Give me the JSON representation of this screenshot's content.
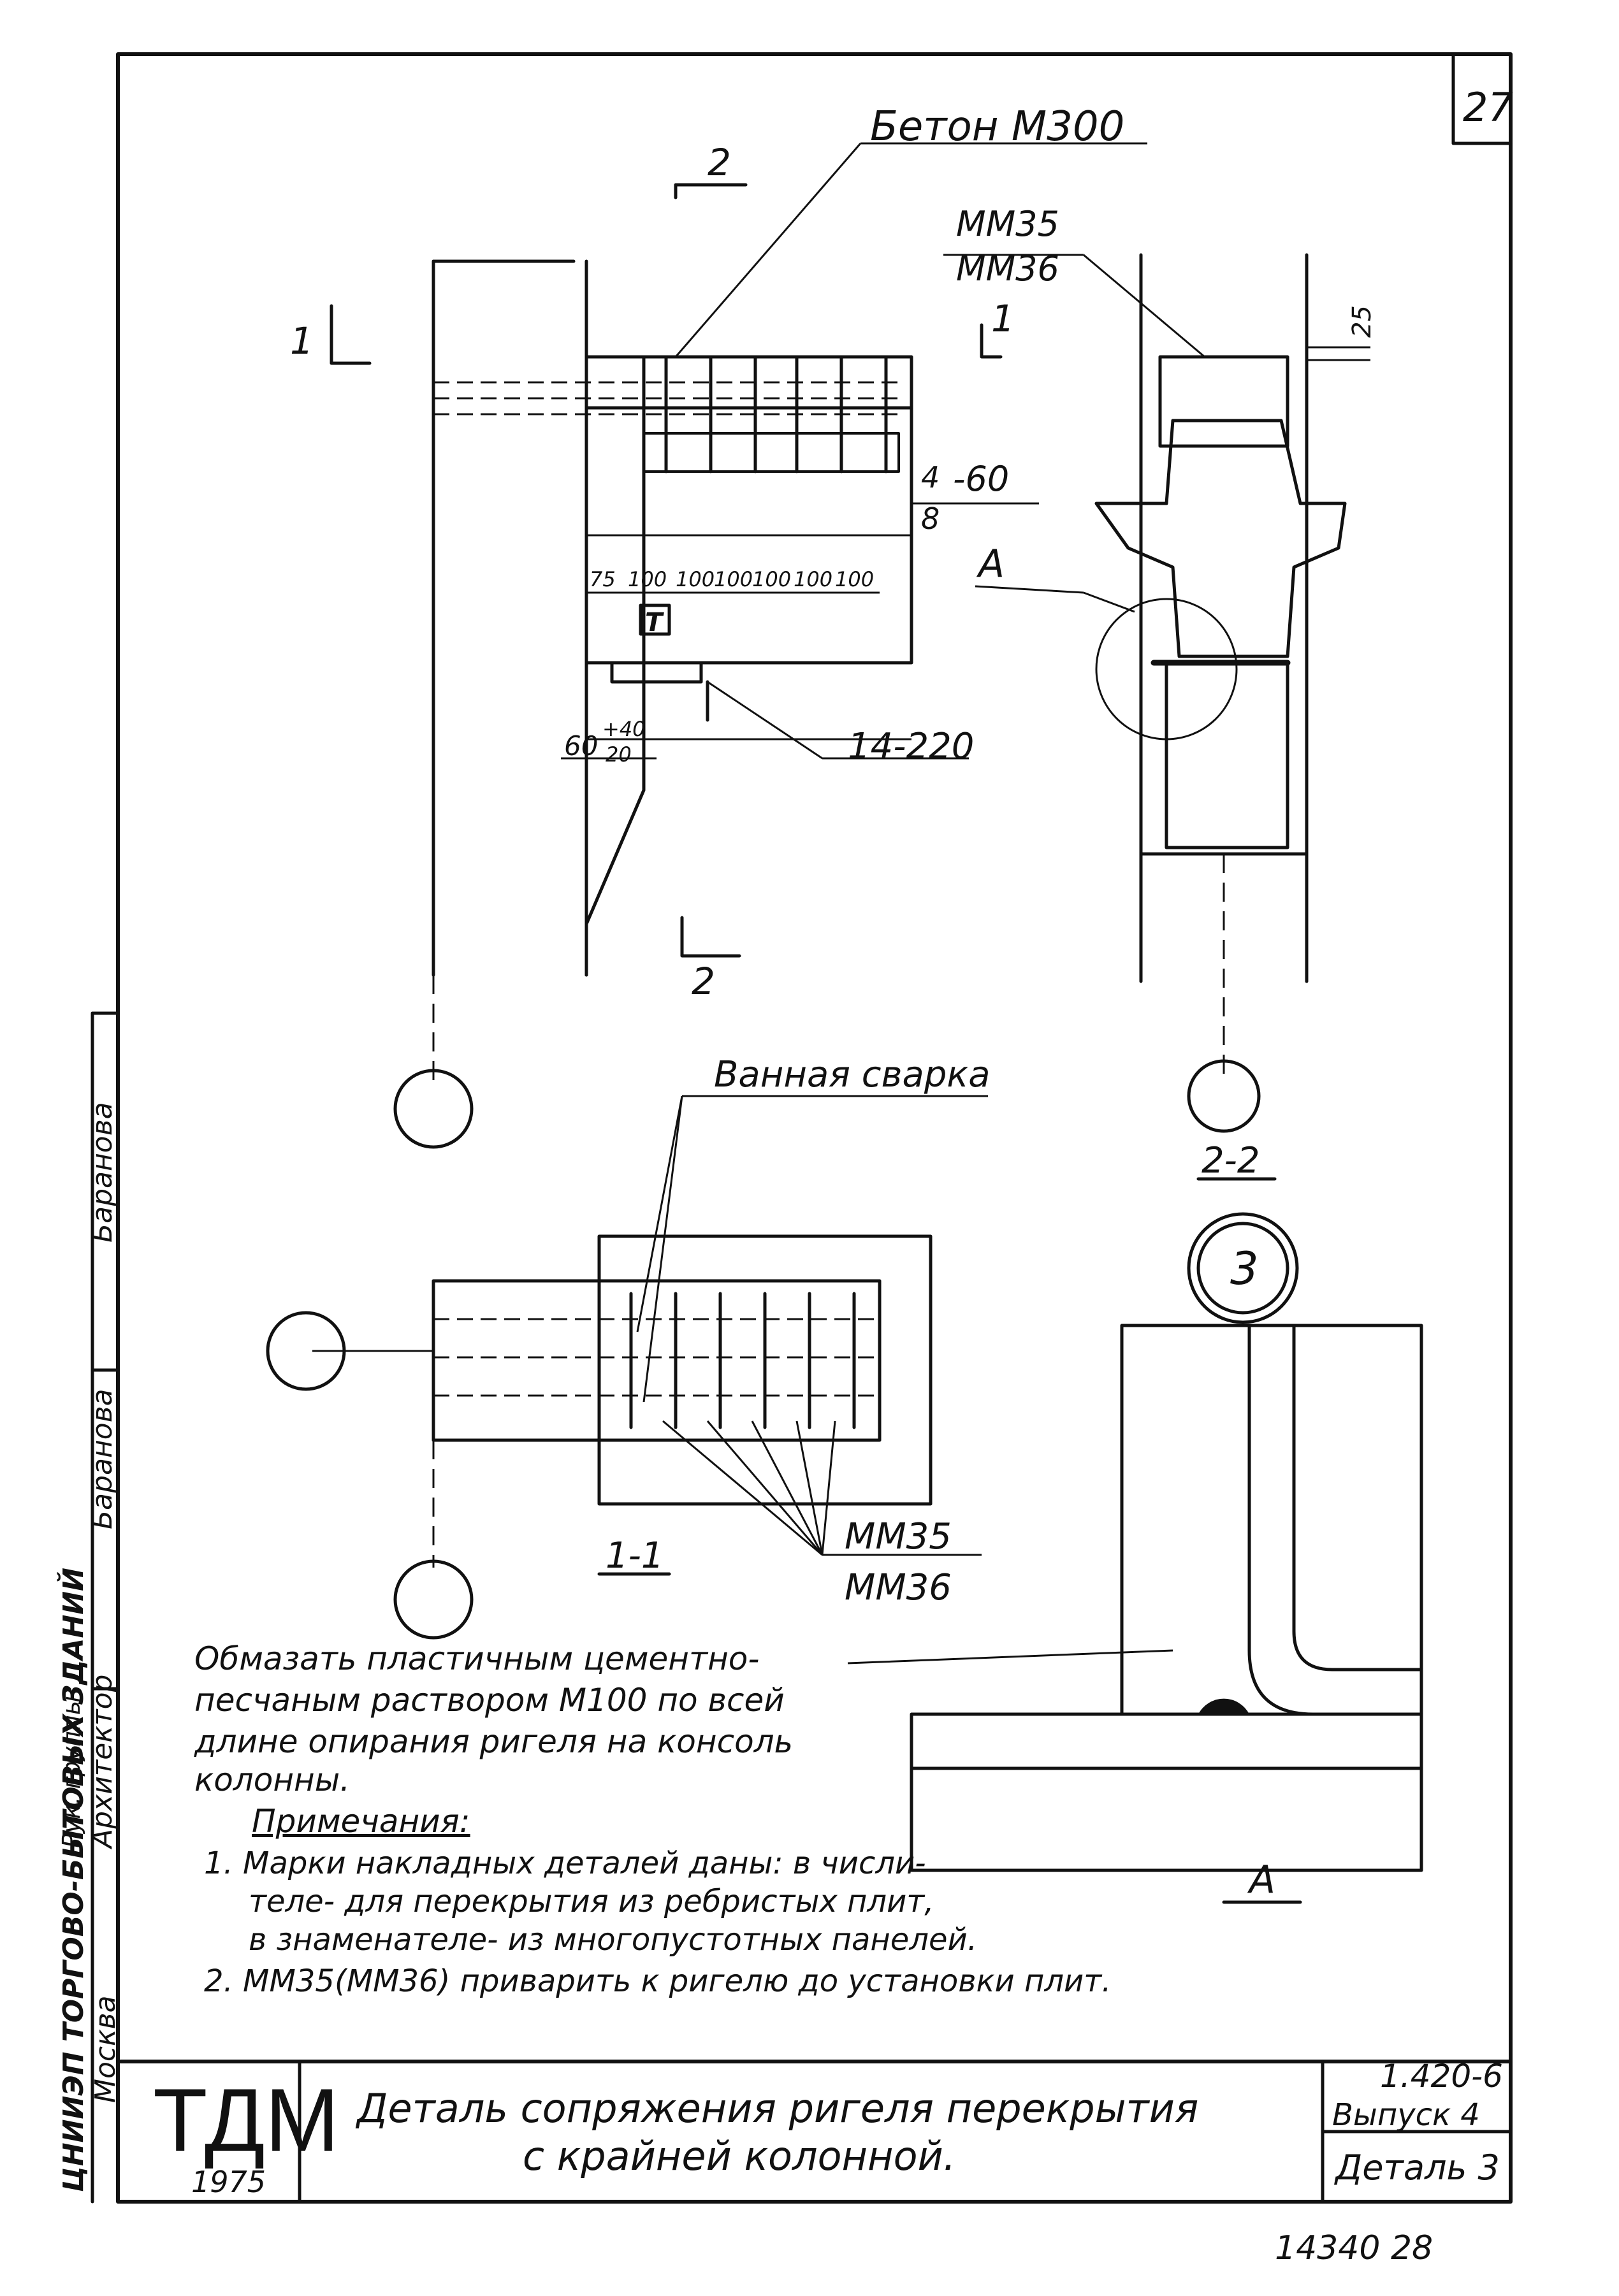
{
  "sheet": {
    "number": "27",
    "archive_number": "14340  28"
  },
  "labels": {
    "concrete": "Бетон М300",
    "section_2": "2",
    "section_1": "1",
    "mm_numerator": "ММ35",
    "mm_denominator": "ММ36",
    "dim_25": "25",
    "dim_4_8_60_top": "4",
    "dim_4_8_60_bottom": "8",
    "dim_4_8_60_right": "-60",
    "spacing_75": "75",
    "spacing_100": "100",
    "detail_a": "А",
    "plate": "14-220",
    "tolerance_main": "60",
    "tolerance_plus": "+40",
    "tolerance_minus": "20",
    "bath_weld": "Ванная сварка",
    "section_2_2": "2-2",
    "section_1_1": "1-1",
    "circle_3": "3",
    "t_mark": "Т",
    "mm_bottom_numerator": "ММ35",
    "mm_bottom_denominator": "ММ36"
  },
  "notes": {
    "coat_line1": "Обмазать пластичным цементно-",
    "coat_line2": "песчаным раствором М100 по всей",
    "coat_line3": "длине опирания ригеля на консоль",
    "coat_line4": "колонны.",
    "heading": "Примечания:",
    "n1_line1": "1.  Марки накладных деталей даны: в числи-",
    "n1_line2": "теле- для перекрытия из ребристых плит,",
    "n1_line3": "в знаменателе- из многопустотных панелей.",
    "n2": "2.  ММ35(ММ36) приварить к ригелю до установки плит."
  },
  "title_block": {
    "logo": "ТДМ",
    "year": "1975",
    "title_line1": "Деталь сопряжения ригеля перекрытия",
    "title_line2": "с крайней колонной.",
    "code": "1.420-6",
    "issue": "Выпуск  4",
    "detail": "Деталь 3"
  },
  "side_stamp": {
    "org": "ЦНИИЭП ТОРГОВО-БЫТОВЫХ ЗДАНИЙ",
    "city": "Москва",
    "role1": "Рук. группы",
    "role2": "Архитектор",
    "name1": "Баранова",
    "name2": "Баранова"
  }
}
